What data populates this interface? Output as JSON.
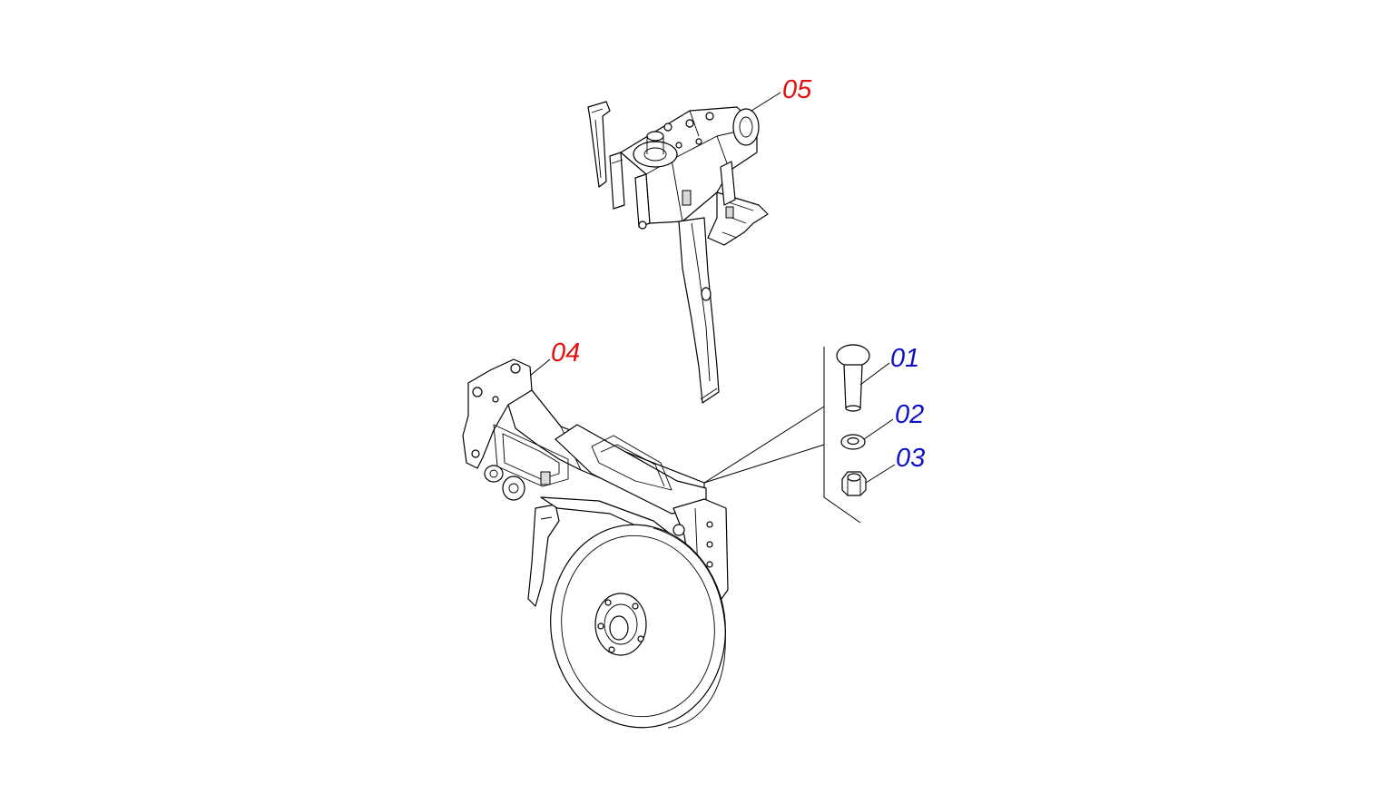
{
  "callouts": {
    "p05": "05",
    "p04": "04",
    "p01": "01",
    "p02": "02",
    "p03": "03"
  },
  "colors": {
    "assembly_label": "#e01010",
    "hardware_label": "#1010c8",
    "line": "#000000",
    "background": "#ffffff"
  }
}
